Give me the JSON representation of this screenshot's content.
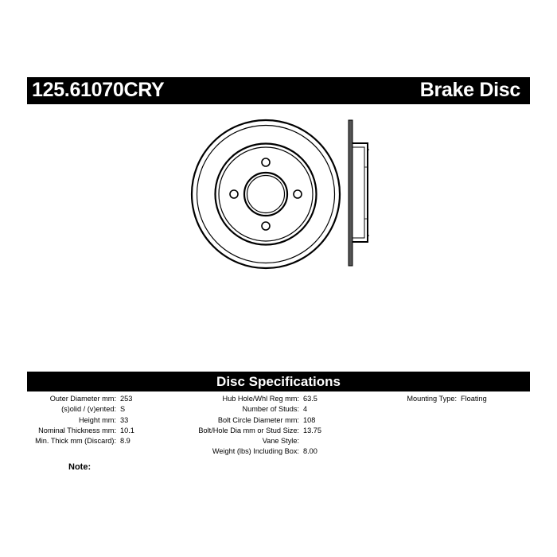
{
  "header": {
    "part_number": "125.61070CRY",
    "product_type": "Brake Disc"
  },
  "specs": {
    "title": "Disc Specifications",
    "columns": [
      [
        {
          "label": "Outer Diameter mm:",
          "value": "253"
        },
        {
          "label": "(s)olid / (v)ented:",
          "value": "S"
        },
        {
          "label": "Height mm:",
          "value": "33"
        },
        {
          "label": "Nominal Thickness mm:",
          "value": "10.1"
        },
        {
          "label": "Min. Thick mm (Discard):",
          "value": "8.9"
        }
      ],
      [
        {
          "label": "Hub Hole/Whl Reg mm:",
          "value": "63.5"
        },
        {
          "label": "Number of Studs:",
          "value": "4"
        },
        {
          "label": "Bolt Circle Diameter mm:",
          "value": "108"
        },
        {
          "label": "Bolt/Hole Dia mm or Stud Size:",
          "value": "13.75"
        },
        {
          "label": "Vane Style:",
          "value": ""
        },
        {
          "label": "Weight (lbs) Including Box:",
          "value": "8.00"
        }
      ],
      [
        {
          "label": "Mounting Type:",
          "value": "Floating"
        }
      ]
    ]
  },
  "note": {
    "label": "Note:"
  }
}
